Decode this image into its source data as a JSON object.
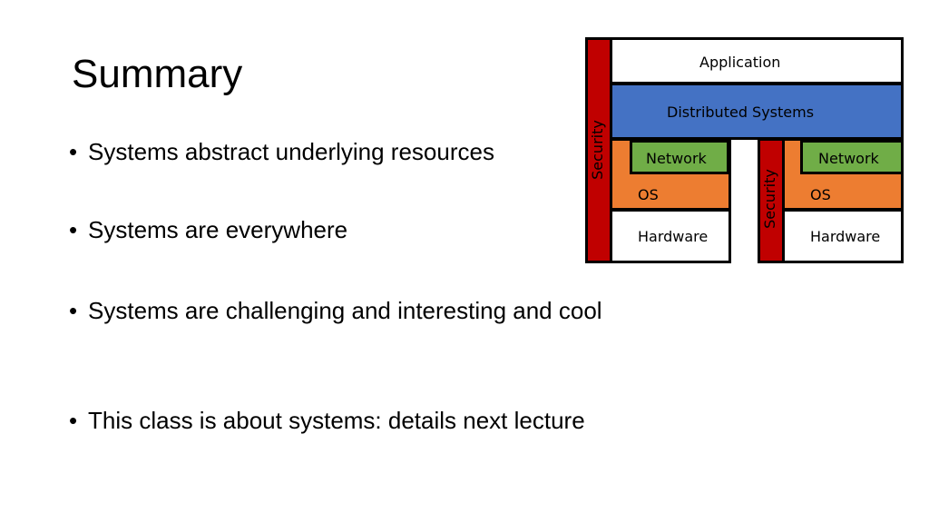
{
  "slide": {
    "title": "Summary",
    "bullets": [
      "Systems abstract underlying resources",
      "Systems are everywhere",
      "Systems are challenging and interesting and cool",
      "This class is about systems: details next lecture"
    ]
  },
  "diagram": {
    "application_label": "Application",
    "distributed_label": "Distributed Systems",
    "security_label_left": "Security",
    "security_label_right": "Security",
    "left_stack": {
      "network_label": "Network",
      "os_label": "OS",
      "hardware_label": "Hardware"
    },
    "right_stack": {
      "network_label": "Network",
      "os_label": "OS",
      "hardware_label": "Hardware"
    }
  },
  "colors": {
    "security": "#c00000",
    "distributed_systems": "#4472c4",
    "network": "#70ad47",
    "os": "#ed7d31",
    "application": "#ffffff",
    "hardware": "#ffffff"
  }
}
